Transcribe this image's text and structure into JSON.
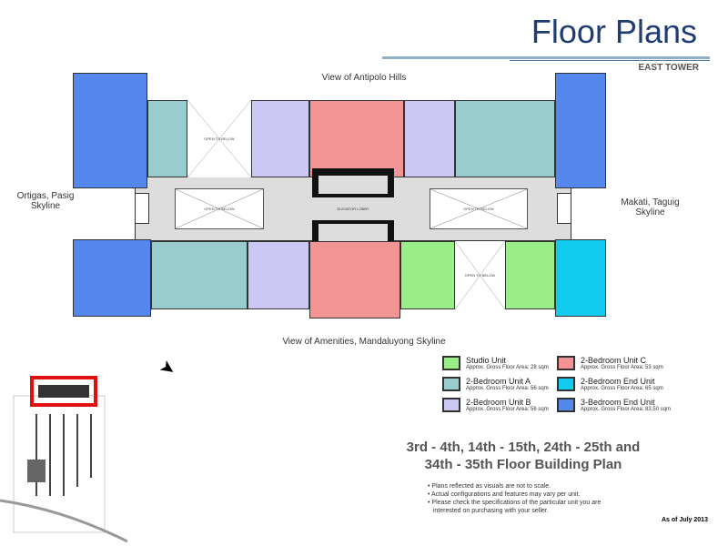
{
  "title": "Floor Plans",
  "tower": "EAST TOWER",
  "views": {
    "top": "View of Antipolo Hills",
    "left": "Ortigas, Pasig Skyline",
    "right": "Makati, Taguig Skyline",
    "bottom": "View of Amenities, Mandaluyong Skyline"
  },
  "plan_labels": {
    "open_to_below": "OPEN TO BELOW",
    "elevator_lobby": "ELEVATOR LOBBY"
  },
  "colors": {
    "studio": "#99ee88",
    "unit_a": "#99cccc",
    "unit_b": "#ccc8f4",
    "unit_c": "#f29494",
    "end_2br": "#11ccee",
    "end_3br": "#5588ee",
    "corridor": "#dddddd"
  },
  "legend": [
    {
      "name": "Studio Unit",
      "area": "Approx. Gross Floor Area: 28 sqm",
      "color": "#99ee88"
    },
    {
      "name": "2-Bedroom Unit C",
      "area": "Approx. Gross Floor Area: 53 sqm",
      "color": "#f29494"
    },
    {
      "name": "2-Bedroom Unit A",
      "area": "Approx. Gross Floor Area: 56 sqm",
      "color": "#99cccc"
    },
    {
      "name": "2-Bedroom End Unit",
      "area": "Approx. Gross Floor Area: 65 sqm",
      "color": "#11ccee"
    },
    {
      "name": "2-Bedroom Unit B",
      "area": "Approx. Gross Floor Area: 56 sqm",
      "color": "#ccc8f4"
    },
    {
      "name": "3-Bedroom End Unit",
      "area": "Approx. Gross Floor Area: 83.50 sqm",
      "color": "#5588ee"
    }
  ],
  "plan_title": {
    "line1": "3rd - 4th, 14th - 15th, 24th - 25th and",
    "line2": "34th - 35th Floor Building Plan"
  },
  "notes": [
    "• Plans reflected as visuals are not to scale.",
    "• Actual configurations and features may vary per unit.",
    "• Please check the specifications of the particular unit you are",
    "   interested on purchasing with your seller."
  ],
  "as_of": "As of July 2013"
}
